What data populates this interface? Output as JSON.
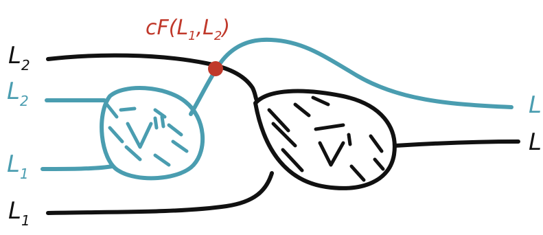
{
  "diagram": {
    "colors": {
      "black": "#111111",
      "teal": "#4a9db0",
      "red": "#c0392b"
    },
    "labels": {
      "crossing": "cF(L",
      "crossing_sub1": "1",
      "crossing_sep": ",L",
      "crossing_sub2": "2",
      "crossing_close": ")",
      "left_L2_black": "L",
      "left_L2_black_sub": "2",
      "left_L2_teal": "L",
      "left_L2_teal_sub": "2",
      "left_L1_teal": "L",
      "left_L1_teal_sub": "1",
      "left_L1_black": "L",
      "left_L1_black_sub": "1",
      "right_teal": "L",
      "right_black": "L"
    },
    "blob_teal_label": "V\"",
    "blob_black_label": "V'"
  }
}
